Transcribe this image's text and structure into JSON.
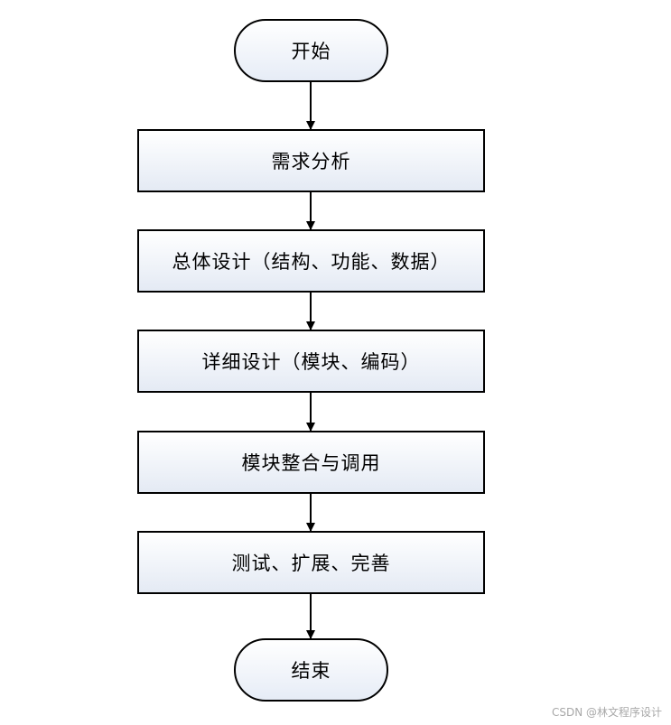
{
  "flowchart": {
    "nodes": [
      {
        "id": "start",
        "type": "terminal",
        "label": "开始"
      },
      {
        "id": "requirements",
        "type": "process",
        "label": "需求分析"
      },
      {
        "id": "overall-design",
        "type": "process",
        "label": "总体设计（结构、功能、数据）"
      },
      {
        "id": "detailed-design",
        "type": "process",
        "label": "详细设计（模块、编码）"
      },
      {
        "id": "integration",
        "type": "process",
        "label": "模块整合与调用"
      },
      {
        "id": "testing",
        "type": "process",
        "label": "测试、扩展、完善"
      },
      {
        "id": "end",
        "type": "terminal",
        "label": "结束"
      }
    ],
    "edges": [
      {
        "from": "start",
        "to": "requirements"
      },
      {
        "from": "requirements",
        "to": "overall-design"
      },
      {
        "from": "overall-design",
        "to": "detailed-design"
      },
      {
        "from": "detailed-design",
        "to": "integration"
      },
      {
        "from": "integration",
        "to": "testing"
      },
      {
        "from": "testing",
        "to": "end"
      }
    ]
  },
  "watermark": "CSDN @林文程序设计"
}
